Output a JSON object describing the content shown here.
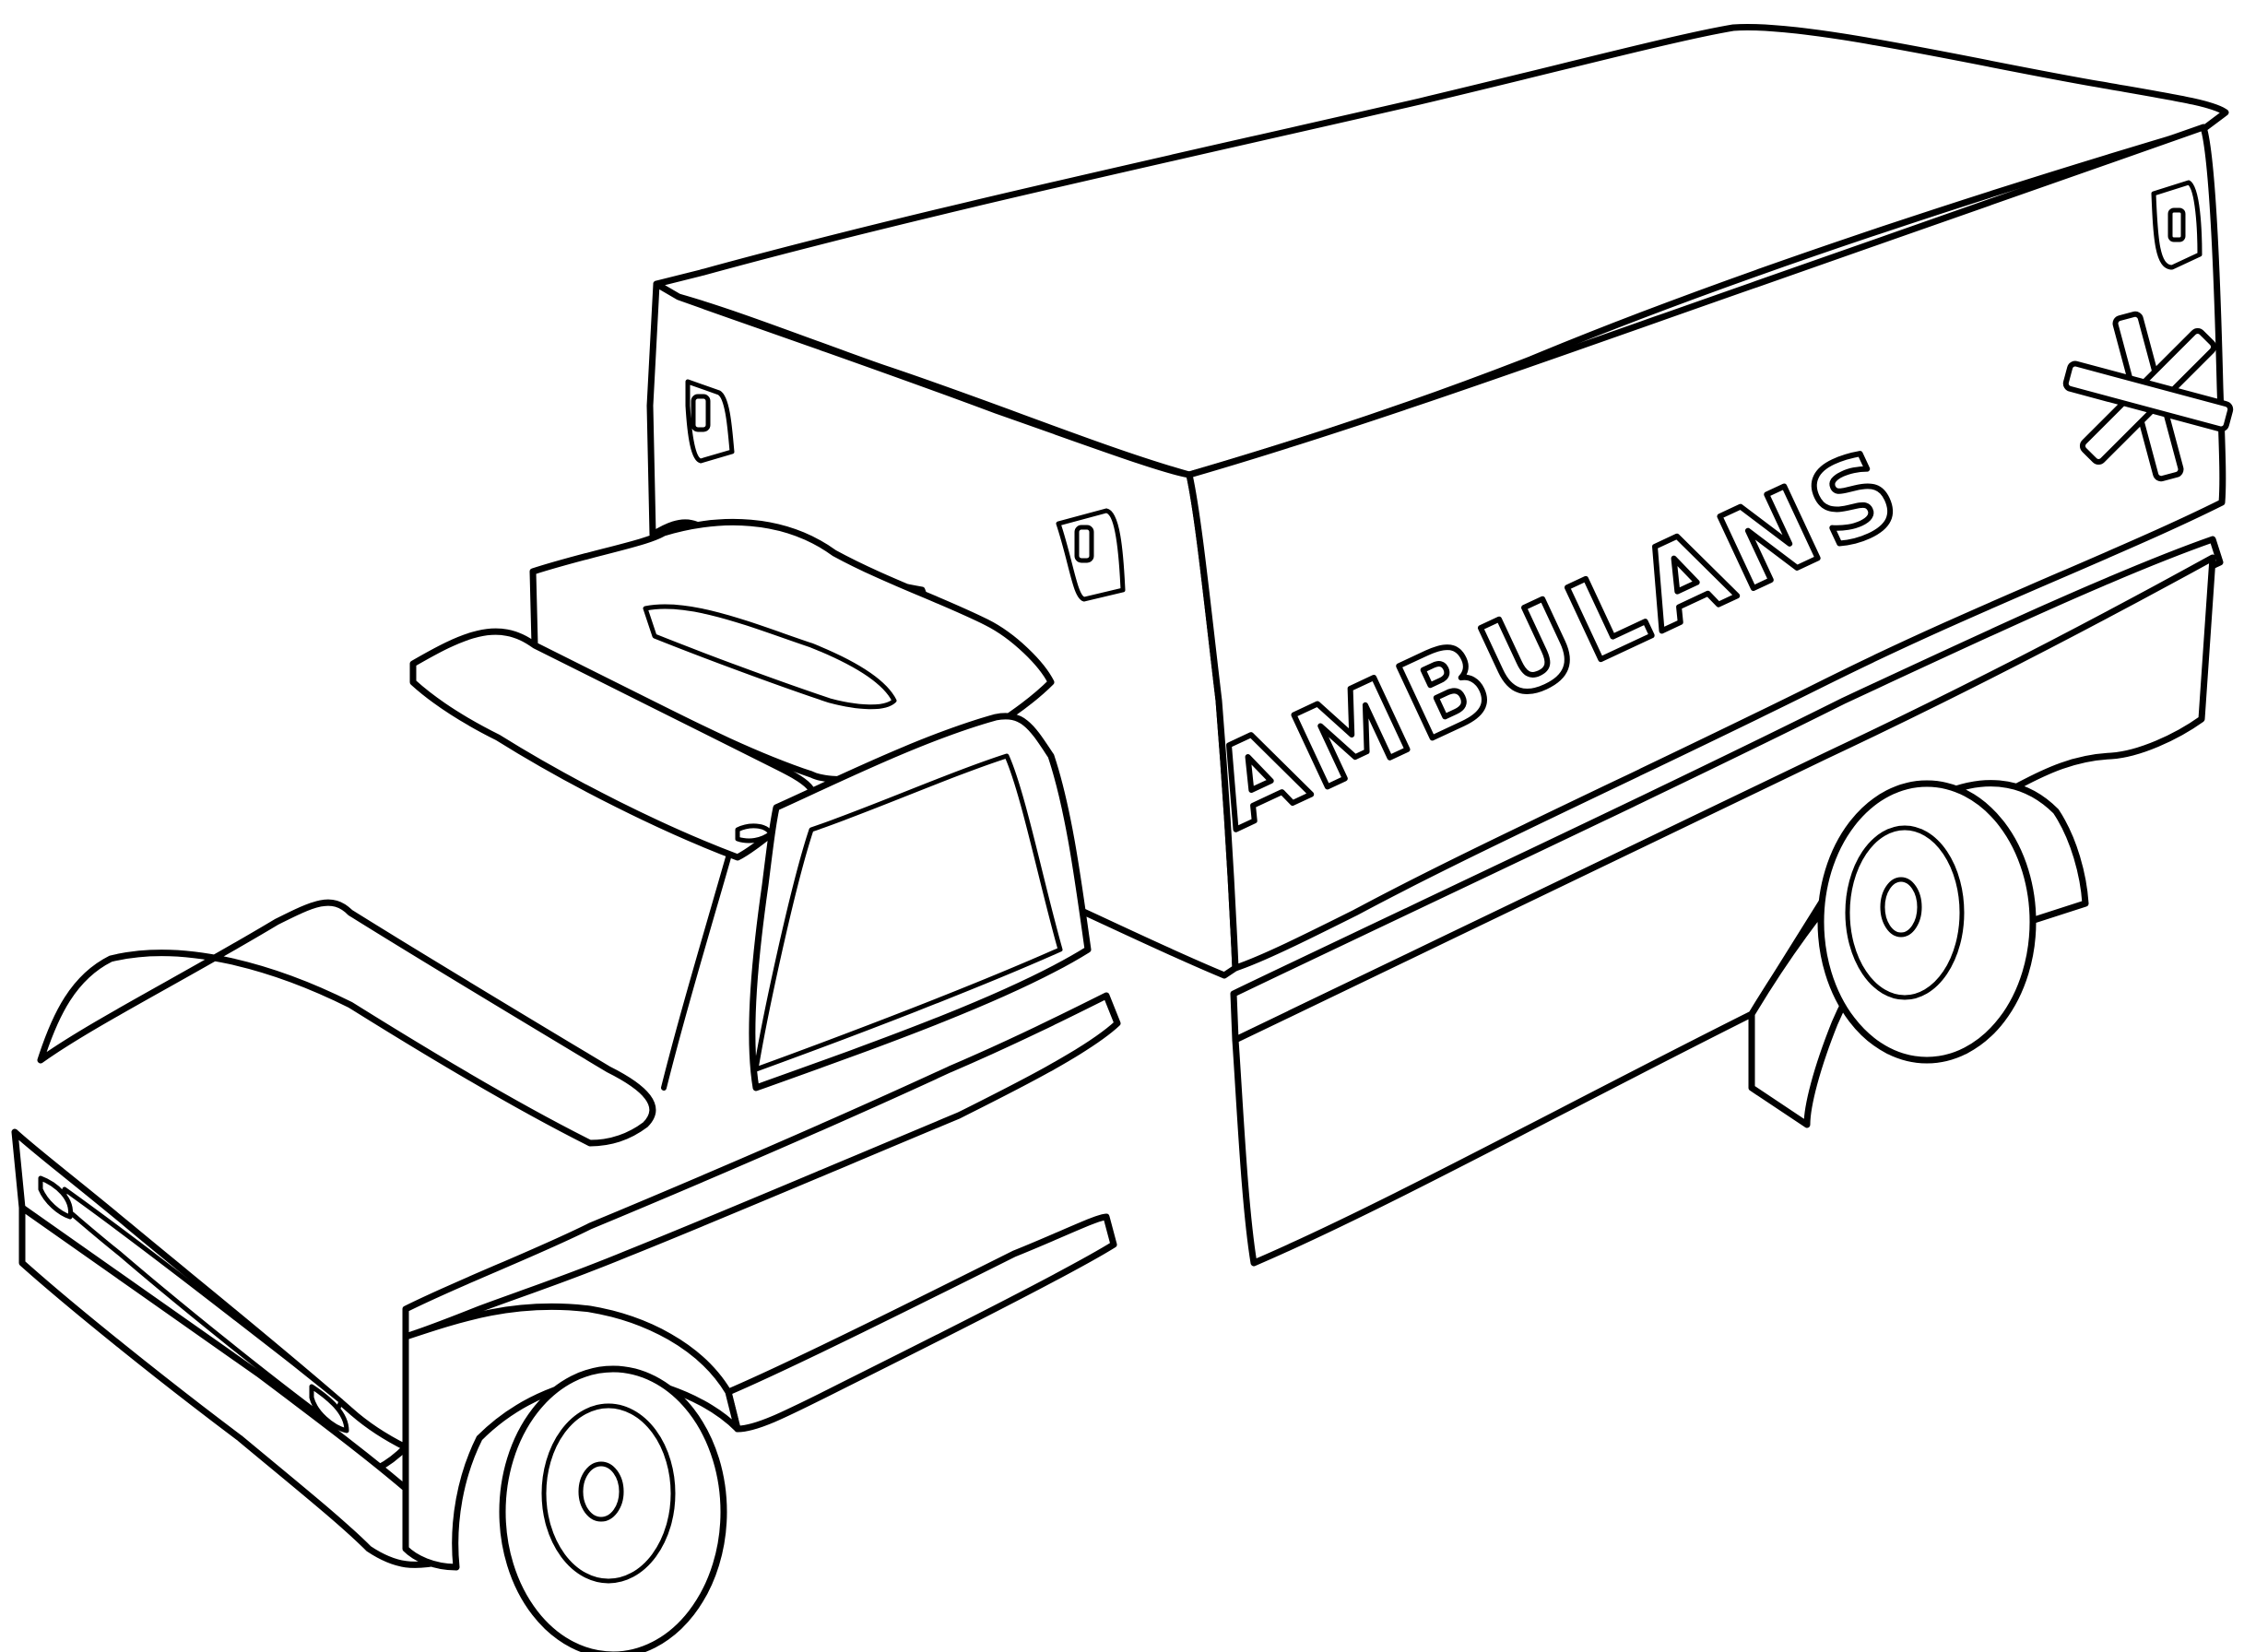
{
  "illustration": {
    "subject": "ambulance",
    "style": "black outline coloring page",
    "side_lettering": "AMBULANS"
  },
  "colors": {
    "outline": "#000000",
    "fill": "#ffffff"
  }
}
